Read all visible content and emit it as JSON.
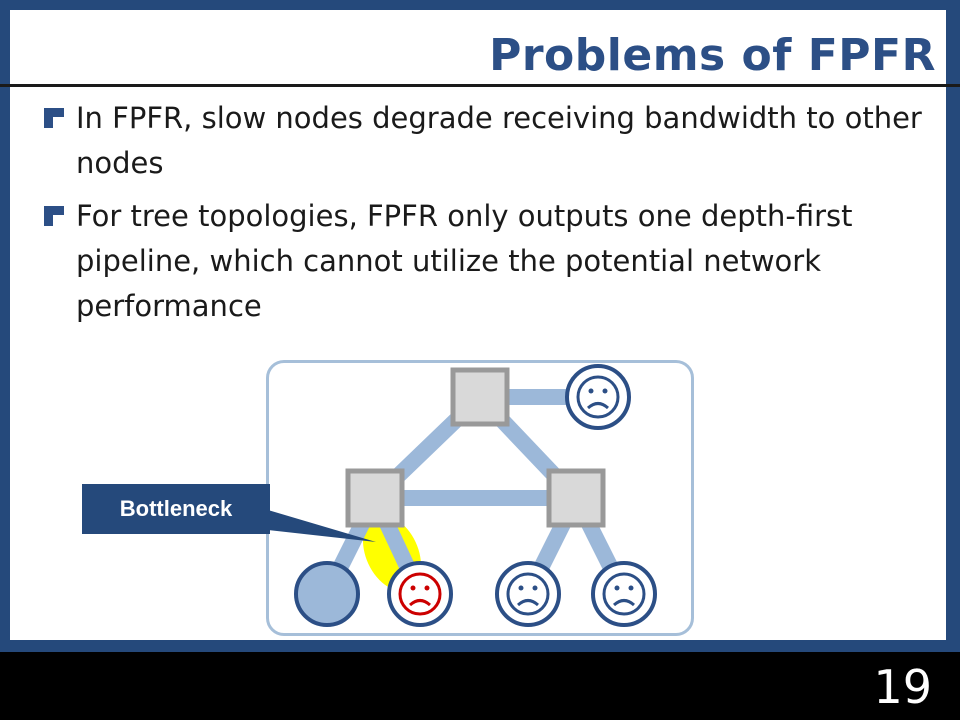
{
  "slide": {
    "title": "Problems of FPFR",
    "bullets": [
      "In FPFR, slow nodes degrade receiving bandwidth to other nodes",
      "For tree topologies, FPFR only outputs one depth-first pipeline, which cannot utilize the potential network performance"
    ],
    "callout_label": "Bottleneck",
    "page_number": "19"
  },
  "colors": {
    "title": "#2c4f86",
    "frame": "#25497b",
    "link": "#9cb8d9",
    "switch_fill": "#d9d9d9",
    "switch_border": "#999999",
    "node_fill": "#9cb8d9",
    "node_border": "#2c4f86",
    "highlight": "#ffff00",
    "slow_face": "#cc0000",
    "face": "#2c4f86"
  },
  "icons": [
    "square-bullet-icon",
    "sad-face-icon",
    "switch-icon",
    "host-node-icon"
  ]
}
